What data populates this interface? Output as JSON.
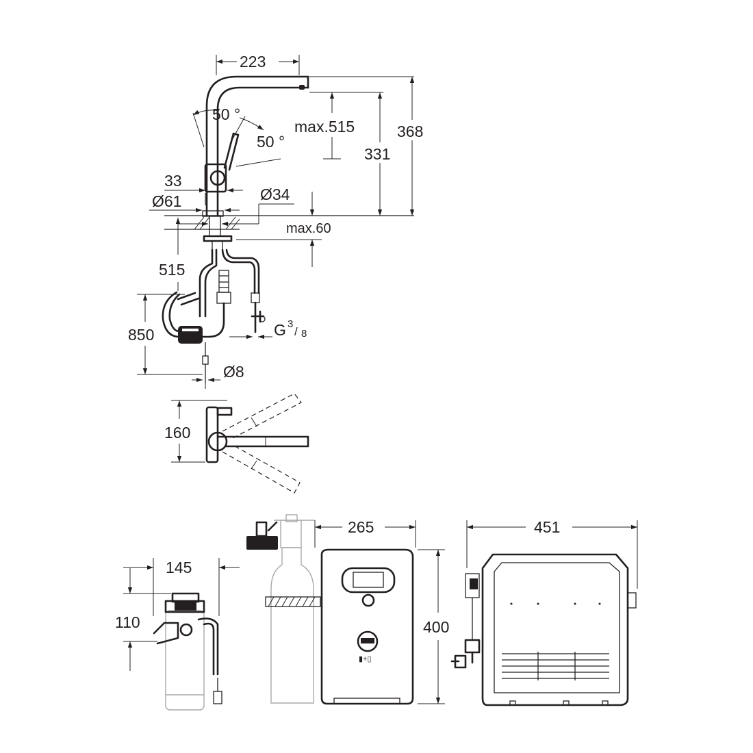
{
  "faucet": {
    "dims": {
      "reach": "223",
      "angle_left": "50 °",
      "angle_right": "50 °",
      "pullout_max": "max.515",
      "spout_height": "331",
      "total_height": "368",
      "handle_offset": "33",
      "base_diameter": "Ø61",
      "shank_diameter": "Ø34",
      "deck_thickness_max": "max.60",
      "hose_length": "515",
      "supply_length": "850",
      "thread_size": "G",
      "thread_fraction_num": "3",
      "thread_fraction_den": "8",
      "tube_diameter": "Ø8",
      "plan_depth": "160"
    }
  },
  "filter_unit": {
    "dims": {
      "width": "145",
      "head_height": "110"
    }
  },
  "chiller_front": {
    "dims": {
      "width": "265",
      "height": "400"
    },
    "panel_label": "▮+▯"
  },
  "chiller_side": {
    "dims": {
      "depth": "451"
    }
  }
}
